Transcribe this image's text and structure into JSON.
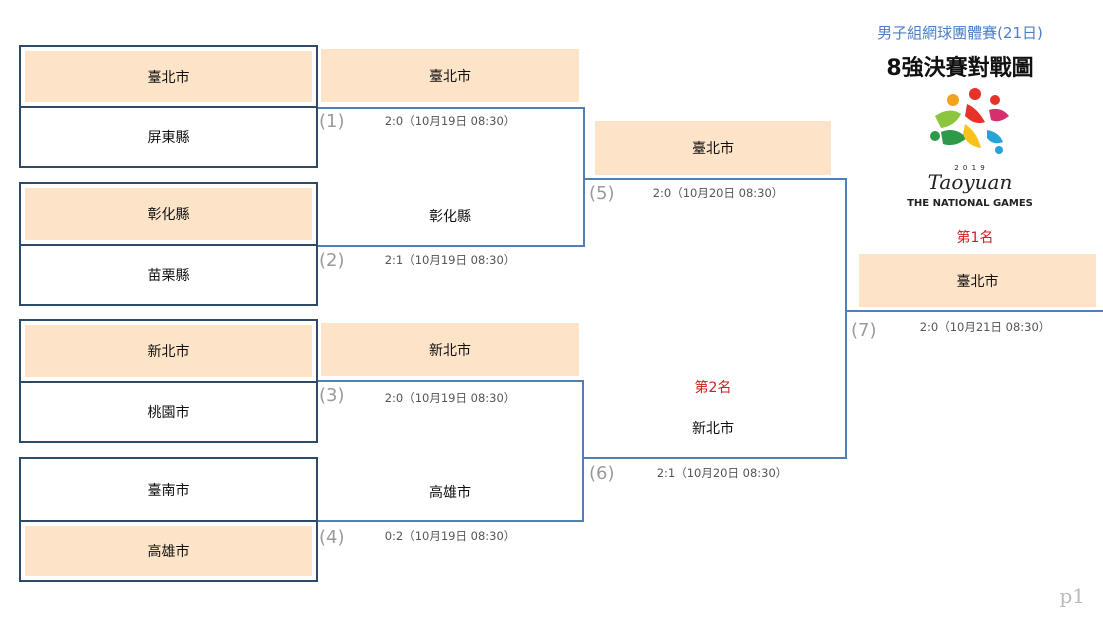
{
  "header": {
    "subtitle": "男子組網球團體賽(21日)",
    "title": "8強決賽對戰圖"
  },
  "logo": {
    "year": "2 0 1 9",
    "brand": "Taoyuan",
    "tagline": "THE NATIONAL GAMES"
  },
  "round1": {
    "teams": [
      "臺北市",
      "屏東縣",
      "彰化縣",
      "苗栗縣",
      "新北市",
      "桃園市",
      "臺南市",
      "高雄市"
    ]
  },
  "round2": {
    "teams": [
      "臺北市",
      "彰化縣",
      "新北市",
      "高雄市"
    ]
  },
  "round3": {
    "teams": [
      "臺北市",
      "新北市"
    ]
  },
  "final": {
    "winner": "臺北市",
    "first_label": "第1名",
    "second_label": "第2名"
  },
  "matches": [
    {
      "num": "(1)",
      "score": "2:0（10月19日 08:30）"
    },
    {
      "num": "(2)",
      "score": "2:1（10月19日 08:30）"
    },
    {
      "num": "(3)",
      "score": "2:0（10月19日 08:30）"
    },
    {
      "num": "(4)",
      "score": "0:2（10月19日 08:30）"
    },
    {
      "num": "(5)",
      "score": "2:0（10月20日 08:30）"
    },
    {
      "num": "(6)",
      "score": "2:1（10月20日 08:30）"
    },
    {
      "num": "(7)",
      "score": "2:0（10月21日 08:30）"
    }
  ],
  "page": {
    "number": "p1"
  },
  "colors": {
    "winner_fill": "#fde4c8",
    "box_border": "#2f4a66",
    "bracket_line": "#4f7fb3",
    "rank_text": "#cc2020",
    "subtitle_text": "#4d7dc7"
  }
}
